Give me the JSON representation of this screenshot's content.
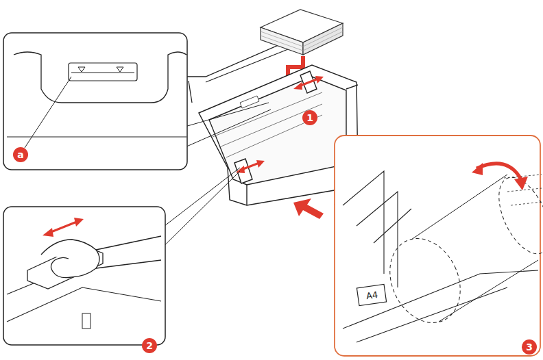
{
  "diagram": {
    "labels": [
      "1",
      "a",
      "2",
      "3",
      "A4"
    ]
  }
}
